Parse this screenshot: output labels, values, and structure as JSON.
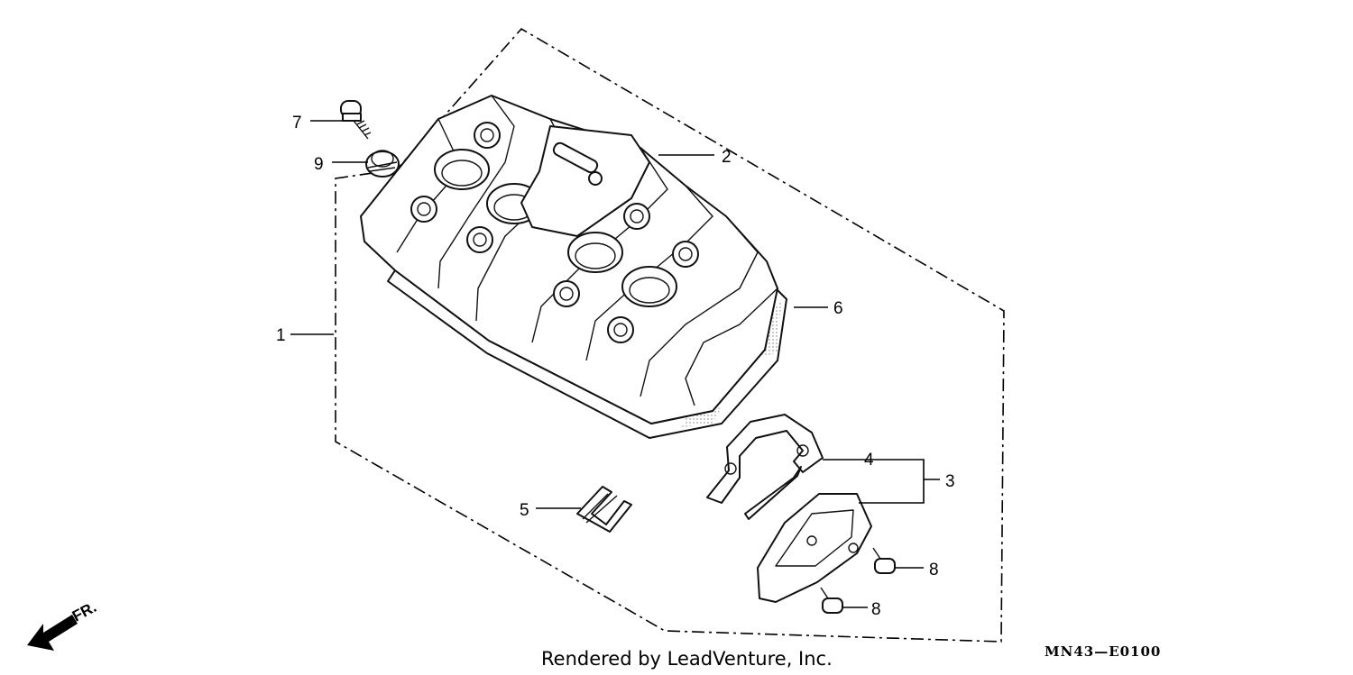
{
  "callouts": [
    {
      "id": "1",
      "label": "1"
    },
    {
      "id": "2",
      "label": "2"
    },
    {
      "id": "3",
      "label": "3"
    },
    {
      "id": "4",
      "label": "4"
    },
    {
      "id": "5",
      "label": "5"
    },
    {
      "id": "6",
      "label": "6"
    },
    {
      "id": "7",
      "label": "7"
    },
    {
      "id": "8a",
      "label": "8"
    },
    {
      "id": "8b",
      "label": "8"
    },
    {
      "id": "9",
      "label": "9"
    }
  ],
  "direction_indicator": "FR.",
  "footer_credit": "Rendered by LeadVenture, Inc.",
  "diagram_code": "MN43—E0100",
  "colors": {
    "line": "#000000",
    "background": "#ffffff",
    "shadow": "#9a9a9a"
  }
}
